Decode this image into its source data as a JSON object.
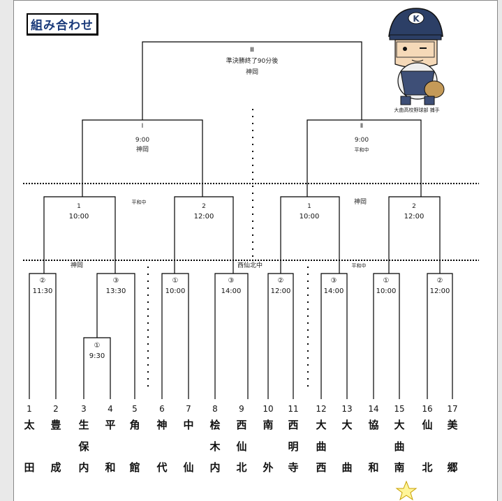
{
  "title": "組み合わせ",
  "final": {
    "label": "Ⅲ",
    "time": "準決勝終了90分後",
    "venue": "神岡"
  },
  "semis": [
    {
      "label": "Ⅰ",
      "time": "9:00",
      "venue": "神岡"
    },
    {
      "label": "Ⅱ",
      "time": "9:00",
      "venue": "平和中"
    }
  ],
  "r2": [
    {
      "label": "1",
      "time": "10:00"
    },
    {
      "label": "2",
      "time": "12:00"
    },
    {
      "label": "1",
      "time": "10:00"
    },
    {
      "label": "2",
      "time": "12:00"
    }
  ],
  "r2_venues": [
    "平和中",
    "神岡"
  ],
  "r1_venues": [
    "神岡",
    "西仙北中",
    "平和中"
  ],
  "r1": [
    {
      "label": "②",
      "time": "11:30"
    },
    {
      "label": "③",
      "time": "13:30"
    },
    {
      "label": "①",
      "time": "10:00"
    },
    {
      "label": "③",
      "time": "14:00"
    },
    {
      "label": "②",
      "time": "12:00"
    },
    {
      "label": "③",
      "time": "14:00"
    },
    {
      "label": "①",
      "time": "10:00"
    },
    {
      "label": "②",
      "time": "12:00"
    }
  ],
  "r0": {
    "label": "①",
    "time": "9:30"
  },
  "teams": [
    {
      "num": "1",
      "chars": [
        "太",
        "",
        "田"
      ]
    },
    {
      "num": "2",
      "chars": [
        "豊",
        "",
        "成"
      ]
    },
    {
      "num": "3",
      "chars": [
        "生",
        "保",
        "内"
      ]
    },
    {
      "num": "4",
      "chars": [
        "平",
        "",
        "和"
      ]
    },
    {
      "num": "5",
      "chars": [
        "角",
        "",
        "館"
      ]
    },
    {
      "num": "6",
      "chars": [
        "神",
        "",
        "代"
      ]
    },
    {
      "num": "7",
      "chars": [
        "中",
        "",
        "仙"
      ]
    },
    {
      "num": "8",
      "chars": [
        "桧",
        "木",
        "内"
      ]
    },
    {
      "num": "9",
      "chars": [
        "西",
        "仙",
        "北"
      ]
    },
    {
      "num": "10",
      "chars": [
        "南",
        "",
        "外"
      ]
    },
    {
      "num": "11",
      "chars": [
        "西",
        "明",
        "寺"
      ]
    },
    {
      "num": "12",
      "chars": [
        "大",
        "曲",
        "西"
      ]
    },
    {
      "num": "13",
      "chars": [
        "大",
        "",
        "曲"
      ]
    },
    {
      "num": "14",
      "chars": [
        "協",
        "",
        "和"
      ]
    },
    {
      "num": "15",
      "chars": [
        "大",
        "曲",
        "南"
      ]
    },
    {
      "num": "16",
      "chars": [
        "仙",
        "",
        "北"
      ]
    },
    {
      "num": "17",
      "chars": [
        "美",
        "",
        "郷"
      ]
    }
  ],
  "mascot": {
    "cap_letter": "K",
    "caption": "大曲高校野球部 捕手"
  }
}
